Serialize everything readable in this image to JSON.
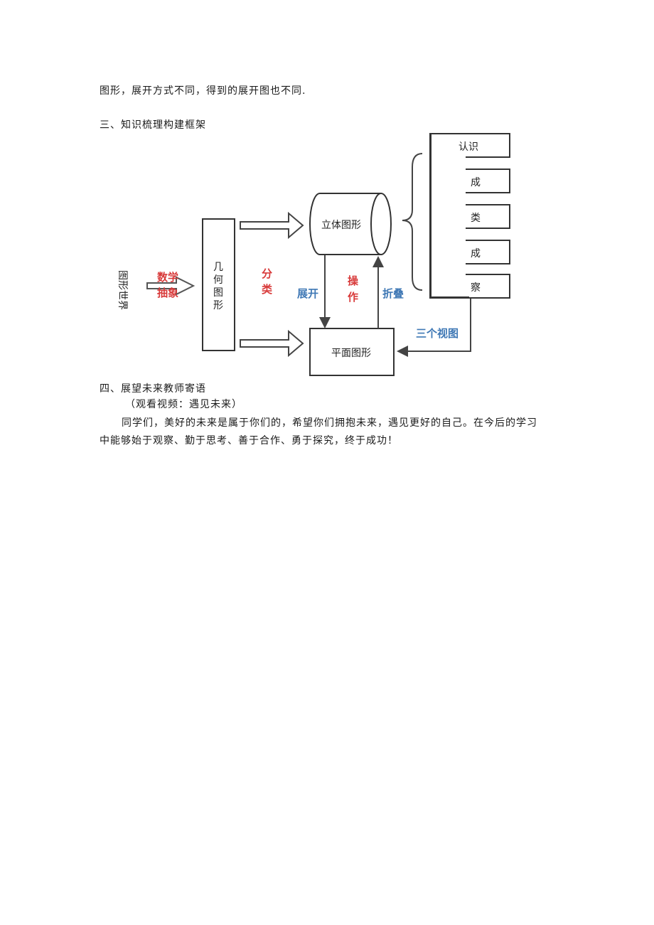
{
  "text": {
    "line1": "图形，展开方式不同，得到的展开图也不同.",
    "heading3": "三、知识梳理构建框架",
    "heading4": "四、展望未来教师寄语",
    "paren_note": "（观看视频：遇见未来）",
    "para_line1": "同学们，美好的未来是属于你们的，希望你们拥抱未来，遇见更好的自己。在今后的学习",
    "para_line2": "中能够始于观察、勤于思考、善于合作、勇于探究，终于成功！"
  },
  "diagram": {
    "left_label_a": "图形",
    "left_label_b": "世界",
    "arrow_label_top": "数学",
    "arrow_label_bottom": "抽象",
    "geometry_label_1": "几",
    "geometry_label_2": "何",
    "geometry_label_3": "图",
    "geometry_label_4": "形",
    "classify_1": "分",
    "classify_2": "类",
    "solid": "立体图形",
    "plane": "平面图形",
    "unfold": "展开",
    "operate_1": "操",
    "operate_2": "作",
    "fold": "折叠",
    "three_views": "三个视图",
    "list_items": [
      "认识",
      "成",
      "类",
      "成",
      "察"
    ]
  },
  "colors": {
    "red_accent": "#d83a3a",
    "blue_accent": "#3f78b5"
  }
}
